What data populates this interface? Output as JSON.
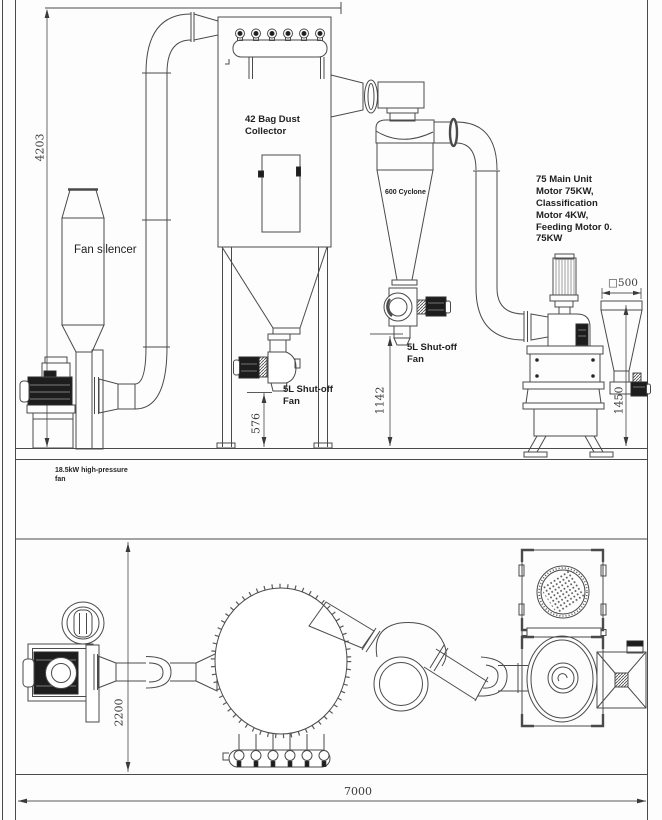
{
  "colors": {
    "line": "#4a4a4a",
    "dark_fill": "#1d1d1d",
    "background": "#fdfdfd",
    "label_text": "#1f1f1f",
    "dim_text": "#3c3c3c"
  },
  "labels": {
    "bag_collector": "42 Bag Dust\nCollector",
    "fan_silencer": "Fan silencer",
    "cyclone": "600 Cyclone",
    "main_unit_note": "75 Main Unit\nMotor 75KW,\nClassification\nMotor 4KW,\nFeeding Motor 0.\n75KW",
    "collector_shutoff_fan": "5L Shut-off\nFan",
    "cyclone_shutoff_fan": "5L Shut-off\nFan",
    "high_pressure_fan": "18.5kW high-pressure\nfan"
  },
  "dimensions": {
    "overall_height": "4203",
    "collector_valve_clearance": "576",
    "cyclone_valve_clearance": "1142",
    "hopper_height": "1450",
    "hopper_inlet_width": "□500",
    "plan_depth": "2200",
    "plan_width": "7000"
  }
}
